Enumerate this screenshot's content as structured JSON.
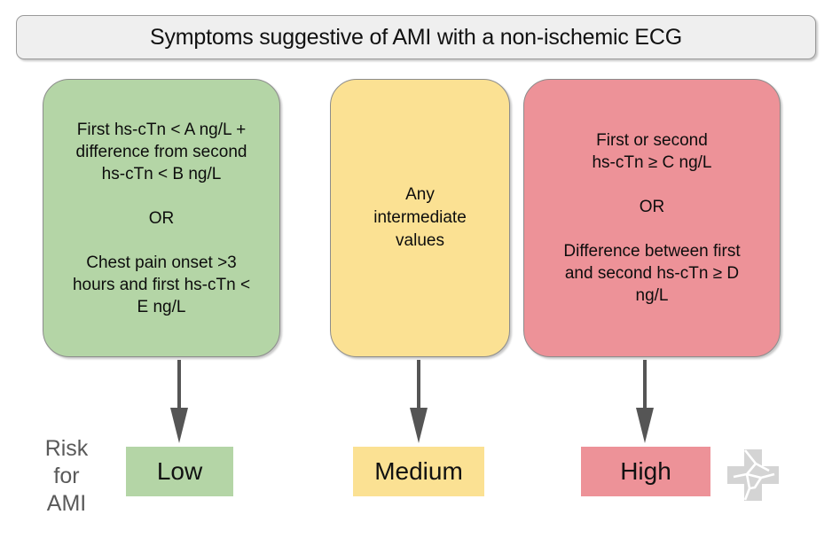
{
  "header": {
    "title": "Symptoms suggestive of AMI with a non-ischemic ECG"
  },
  "criteria": {
    "low": {
      "paragraph_1": "First hs-cTn < A ng/L +\ndifference from second\nhs-cTn < B ng/L",
      "connector": "OR",
      "paragraph_2": "Chest pain onset >3\nhours and first hs-cTn <\nE ng/L"
    },
    "medium": {
      "paragraph_1": "Any\nintermediate\nvalues"
    },
    "high": {
      "paragraph_1": "First or second\nhs-cTn ≥ C ng/L",
      "connector": "OR",
      "paragraph_2": "Difference between first\nand second hs-cTn ≥ D\nng/L"
    }
  },
  "risk_label": "Risk\nfor\nAMI",
  "outcomes": {
    "low": "Low",
    "medium": "Medium",
    "high": "High"
  },
  "colors": {
    "low": "#b4d5a6",
    "medium": "#fbe193",
    "high": "#ed9298",
    "header_fill": "#efefef",
    "border": "#8c8c8c",
    "arrow": "#555555",
    "risk_text": "#5a5a5a",
    "watermark": "#d4d4d4"
  },
  "icons": {
    "arrow": "down-arrow-icon",
    "watermark": "medical-cross-icon"
  }
}
